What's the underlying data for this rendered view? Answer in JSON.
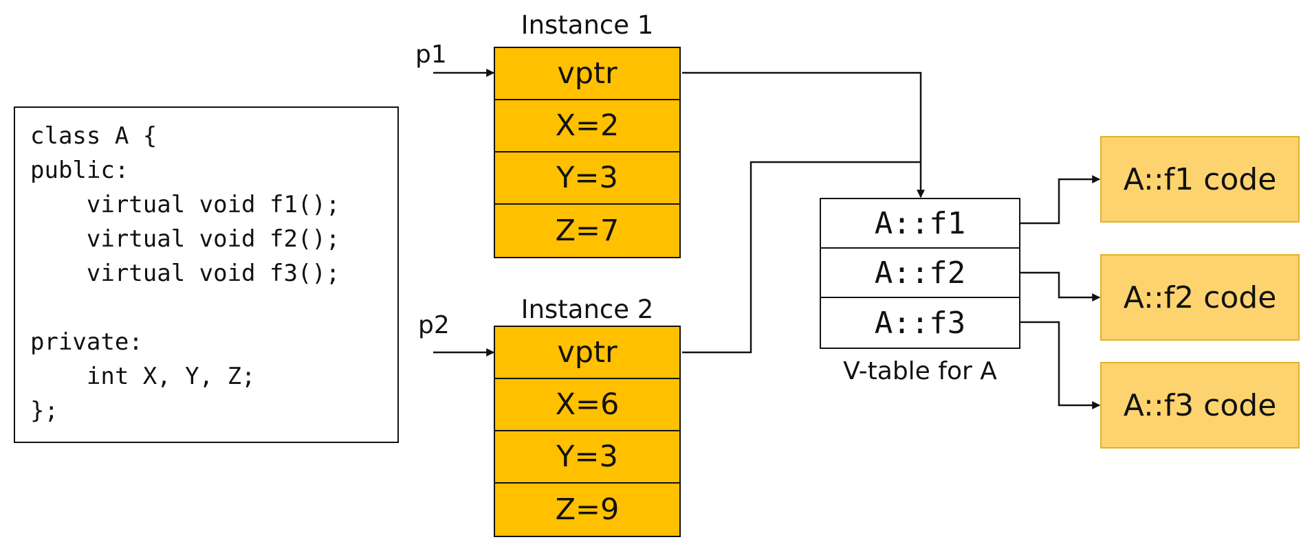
{
  "class_code": {
    "lines": [
      "class A {",
      "public:",
      "    virtual void f1();",
      "    virtual void f2();",
      "    virtual void f3();",
      "",
      "private:",
      "    int X, Y, Z;",
      "};"
    ]
  },
  "instance1": {
    "title": "Instance 1",
    "pointer": "p1",
    "cells": [
      "vptr",
      "X=2",
      "Y=3",
      "Z=7"
    ]
  },
  "instance2": {
    "title": "Instance 2",
    "pointer": "p2",
    "cells": [
      "vptr",
      "X=6",
      "Y=3",
      "Z=9"
    ]
  },
  "vtable": {
    "caption": "V-table for A",
    "entries": [
      "A::f1",
      "A::f2",
      "A::f3"
    ]
  },
  "functions": [
    "A::f1 code",
    "A::f2 code",
    "A::f3 code"
  ],
  "colors": {
    "instance_fill": "#ffc000",
    "code_fill": "#fcd36f",
    "code_border": "#e3b128",
    "line": "#111111"
  }
}
